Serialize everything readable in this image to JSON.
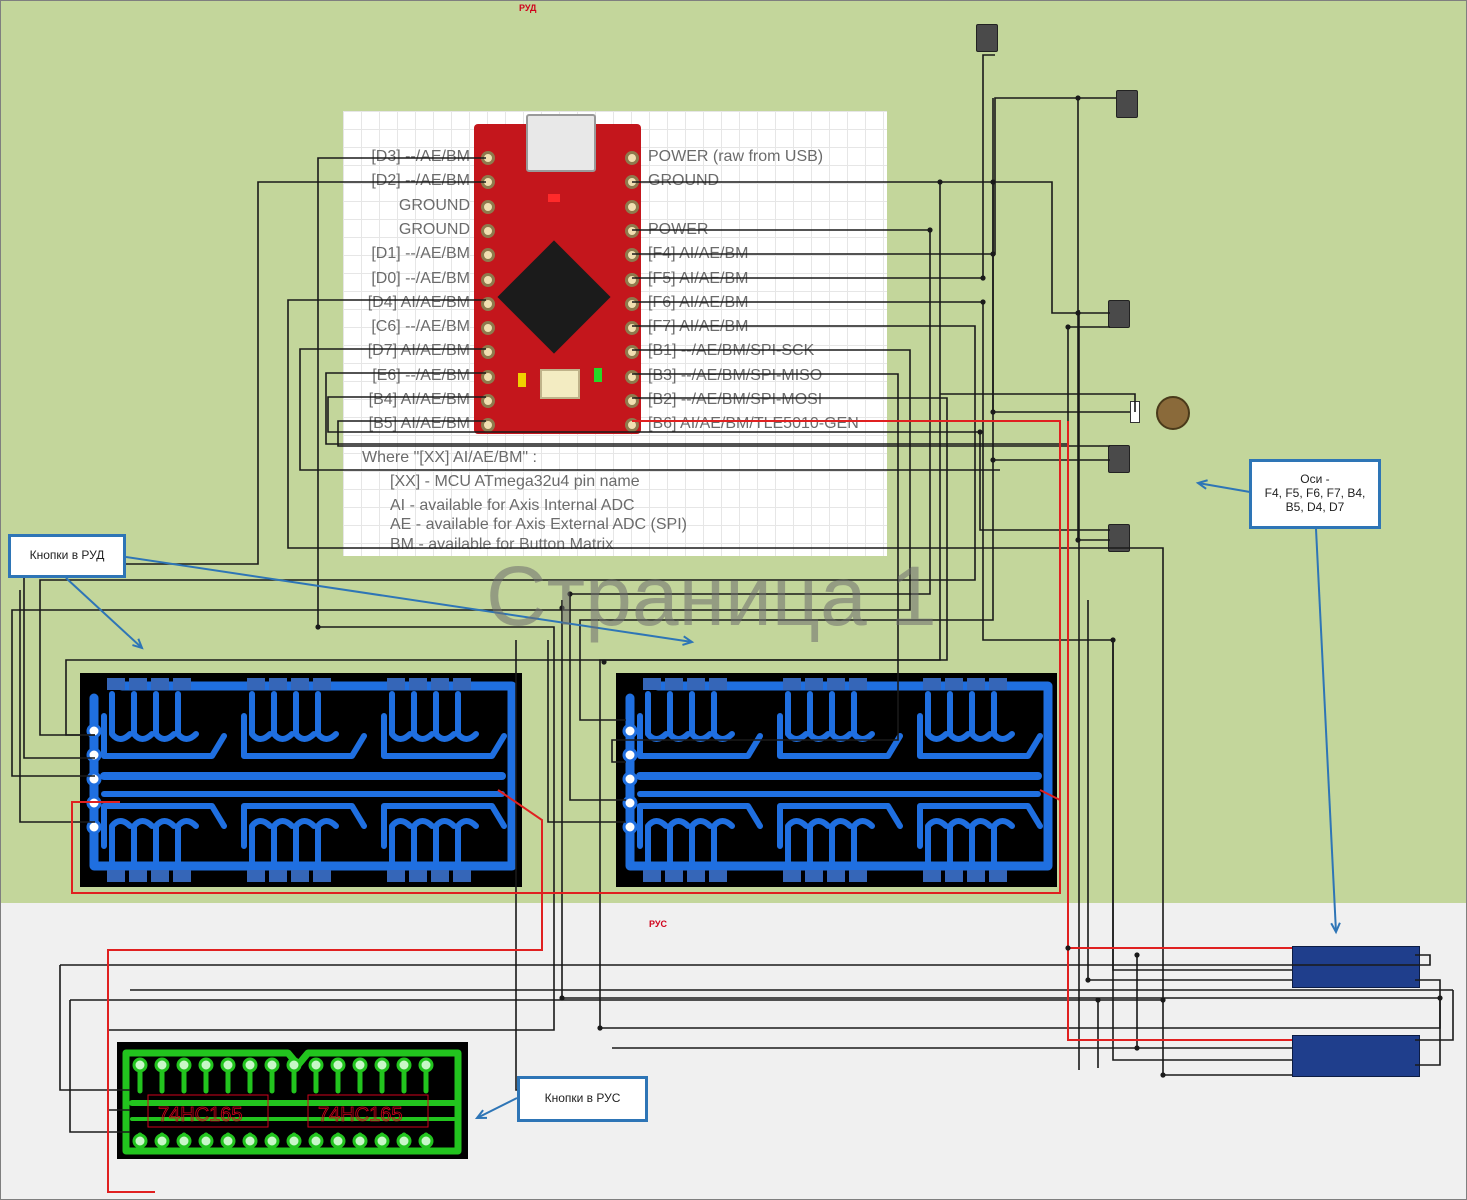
{
  "zones": {
    "top_label": "РУД",
    "bottom_label": "РУС"
  },
  "watermark": "Страница 1",
  "pinout": {
    "left": [
      "[D3] --/AE/BM",
      "[D2] --/AE/BM",
      "GROUND",
      "GROUND",
      "[D1] --/AE/BM",
      "[D0] --/AE/BM",
      "[D4] AI/AE/BM",
      "[C6] --/AE/BM",
      "[D7] AI/AE/BM",
      "[E6] --/AE/BM",
      "[B4] AI/AE/BM",
      "[B5] AI/AE/BM"
    ],
    "right": [
      "POWER (raw from USB)",
      "GROUND",
      "",
      "POWER",
      "[F4] AI/AE/BM",
      "[F5] AI/AE/BM",
      "[F6] AI/AE/BM",
      "[F7] AI/AE/BM",
      "[B1] --/AE/BM/SPI-SCK",
      "[B3] --/AE/BM/SPI-MISO",
      "[B2] --/AE/BM/SPI-MOSI",
      "[B6] AI/AE/BM/TLE5010-GEN"
    ]
  },
  "legend": {
    "title": "Where \"[XX] AI/AE/BM\" :",
    "lines": [
      "[XX] - MCU ATmega32u4 pin name",
      "AI - available for Axis Internal ADC",
      "AE - available for Axis External ADC (SPI)",
      "BM - available for Button Matrix"
    ]
  },
  "callouts": {
    "rud_buttons": "Кнопки в РУД",
    "rus_buttons": "Кнопки в РУС",
    "axes": "Оси -\nF4, F5, F6, F7, B4,\nB5, D4, D7"
  },
  "pcb_labels": {
    "chip": "74HC165"
  },
  "colors": {
    "top_bg": "#c3d69b",
    "bottom_bg": "#f0f0f0",
    "wire": "#1a1a1a",
    "spi_wire": "#e02020",
    "pcb_blue": "#1f6fe0",
    "pcb_green": "#22c41e",
    "callout_border": "#2e75b6"
  }
}
